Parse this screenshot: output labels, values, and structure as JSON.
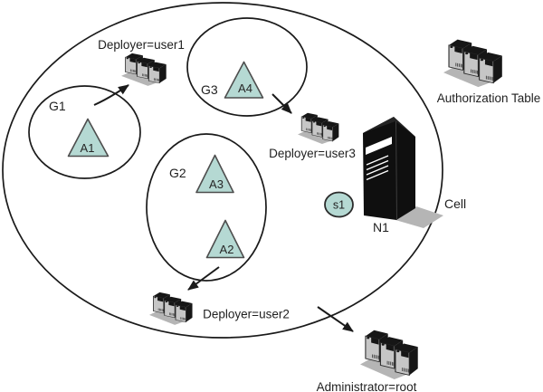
{
  "labels": {
    "deployer1": "Deployer=user1",
    "deployer2": "Deployer=user2",
    "deployer3": "Deployer=user3",
    "administrator": "Administrator=root",
    "authorization_table": "Authorization Table",
    "cell": "Cell",
    "node": "N1",
    "server": "s1",
    "group1": "G1",
    "group2": "G2",
    "group3": "G3",
    "app1": "A1",
    "app2": "A2",
    "app3": "A3",
    "app4": "A4"
  },
  "colors": {
    "app_fill": "#b5d9d3",
    "app_stroke": "#4d4d4d",
    "outline": "#1a1a1a",
    "server_body": "#c6c6c6",
    "server_dark": "#161616",
    "shadow": "#b5b5b5",
    "text": "#1f1f1f",
    "background": "#ffffff"
  },
  "structure": {
    "cell_contains_groups": [
      "G1",
      "G2",
      "G3"
    ],
    "group_apps": {
      "G1": [
        "A1"
      ],
      "G2": [
        "A3",
        "A2"
      ],
      "G3": [
        "A4"
      ]
    },
    "node": {
      "label": "N1",
      "server": "s1"
    },
    "arrows": [
      {
        "from": "G1",
        "to": "Deployer=user1"
      },
      {
        "from": "G3",
        "to": "Deployer=user3"
      },
      {
        "from": "G2",
        "to": "Deployer=user2"
      },
      {
        "from": "Cell",
        "to": "Administrator=root"
      }
    ]
  }
}
